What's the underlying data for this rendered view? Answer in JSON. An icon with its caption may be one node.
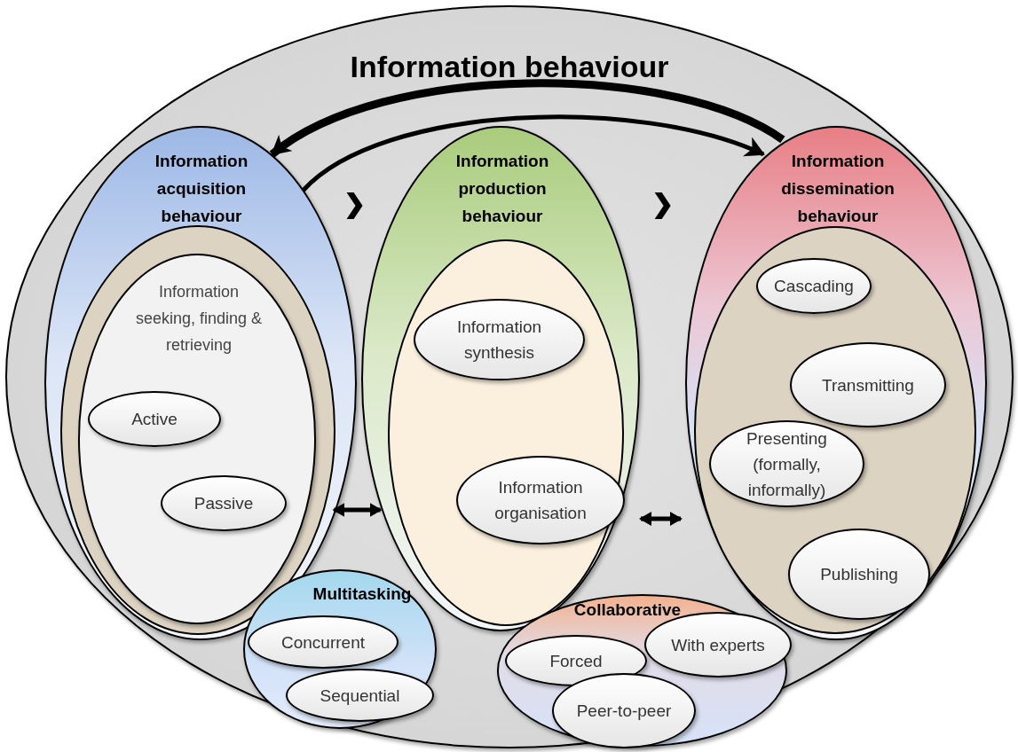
{
  "diagram": {
    "nodes": [
      {
        "text": [
          "Information behaviour"
        ]
      },
      {
        "text": [
          "Information acquisition behaviour"
        ],
        "in": 0
      },
      {
        "text": [
          "Information seeking, finding & retrieving"
        ],
        "in": 1
      },
      {
        "text": [
          "Active"
        ],
        "in": 2
      },
      {
        "text": [
          "Passive"
        ],
        "in": 2
      },
      {
        "text": [
          "Information production behaviour"
        ],
        "in": 0
      },
      {
        "text": [
          "Information synthesis"
        ],
        "in": 5
      },
      {
        "text": [
          "Information organisation"
        ],
        "in": 5
      },
      {
        "text": [
          "Information dissemination behaviour"
        ],
        "in": 0
      },
      {
        "text": [
          "Cascading"
        ],
        "in": 8
      },
      {
        "text": [
          "Transmitting"
        ],
        "in": 8
      },
      {
        "text": [
          "Presenting (formally, informally)"
        ],
        "in": 8
      },
      {
        "text": [
          "Publishing"
        ],
        "in": 8
      },
      {
        "text": [
          "Multitasking"
        ],
        "in": 0
      },
      {
        "text": [
          "Concurrent"
        ],
        "in": 13
      },
      {
        "text": [
          "Sequential"
        ],
        "in": 13
      },
      {
        "text": [
          "Collaborative"
        ],
        "in": 0
      },
      {
        "text": [
          "Forced"
        ],
        "in": 16
      },
      {
        "text": [
          "With experts"
        ],
        "in": 16
      },
      {
        "text": [
          "Peer-to-peer"
        ],
        "in": 16
      }
    ],
    "edges": [
      {
        "from": 8,
        "to": 1,
        "arrow": "to",
        "style": "thick"
      },
      {
        "from": 1,
        "to": 8,
        "arrow": "to"
      },
      {
        "from": 1,
        "to": 5,
        "arrow": "to"
      },
      {
        "from": 5,
        "to": 8,
        "arrow": "to"
      },
      {
        "from": 1,
        "to": 5,
        "arrow": "both"
      },
      {
        "from": 5,
        "to": 8,
        "arrow": "both"
      }
    ]
  }
}
